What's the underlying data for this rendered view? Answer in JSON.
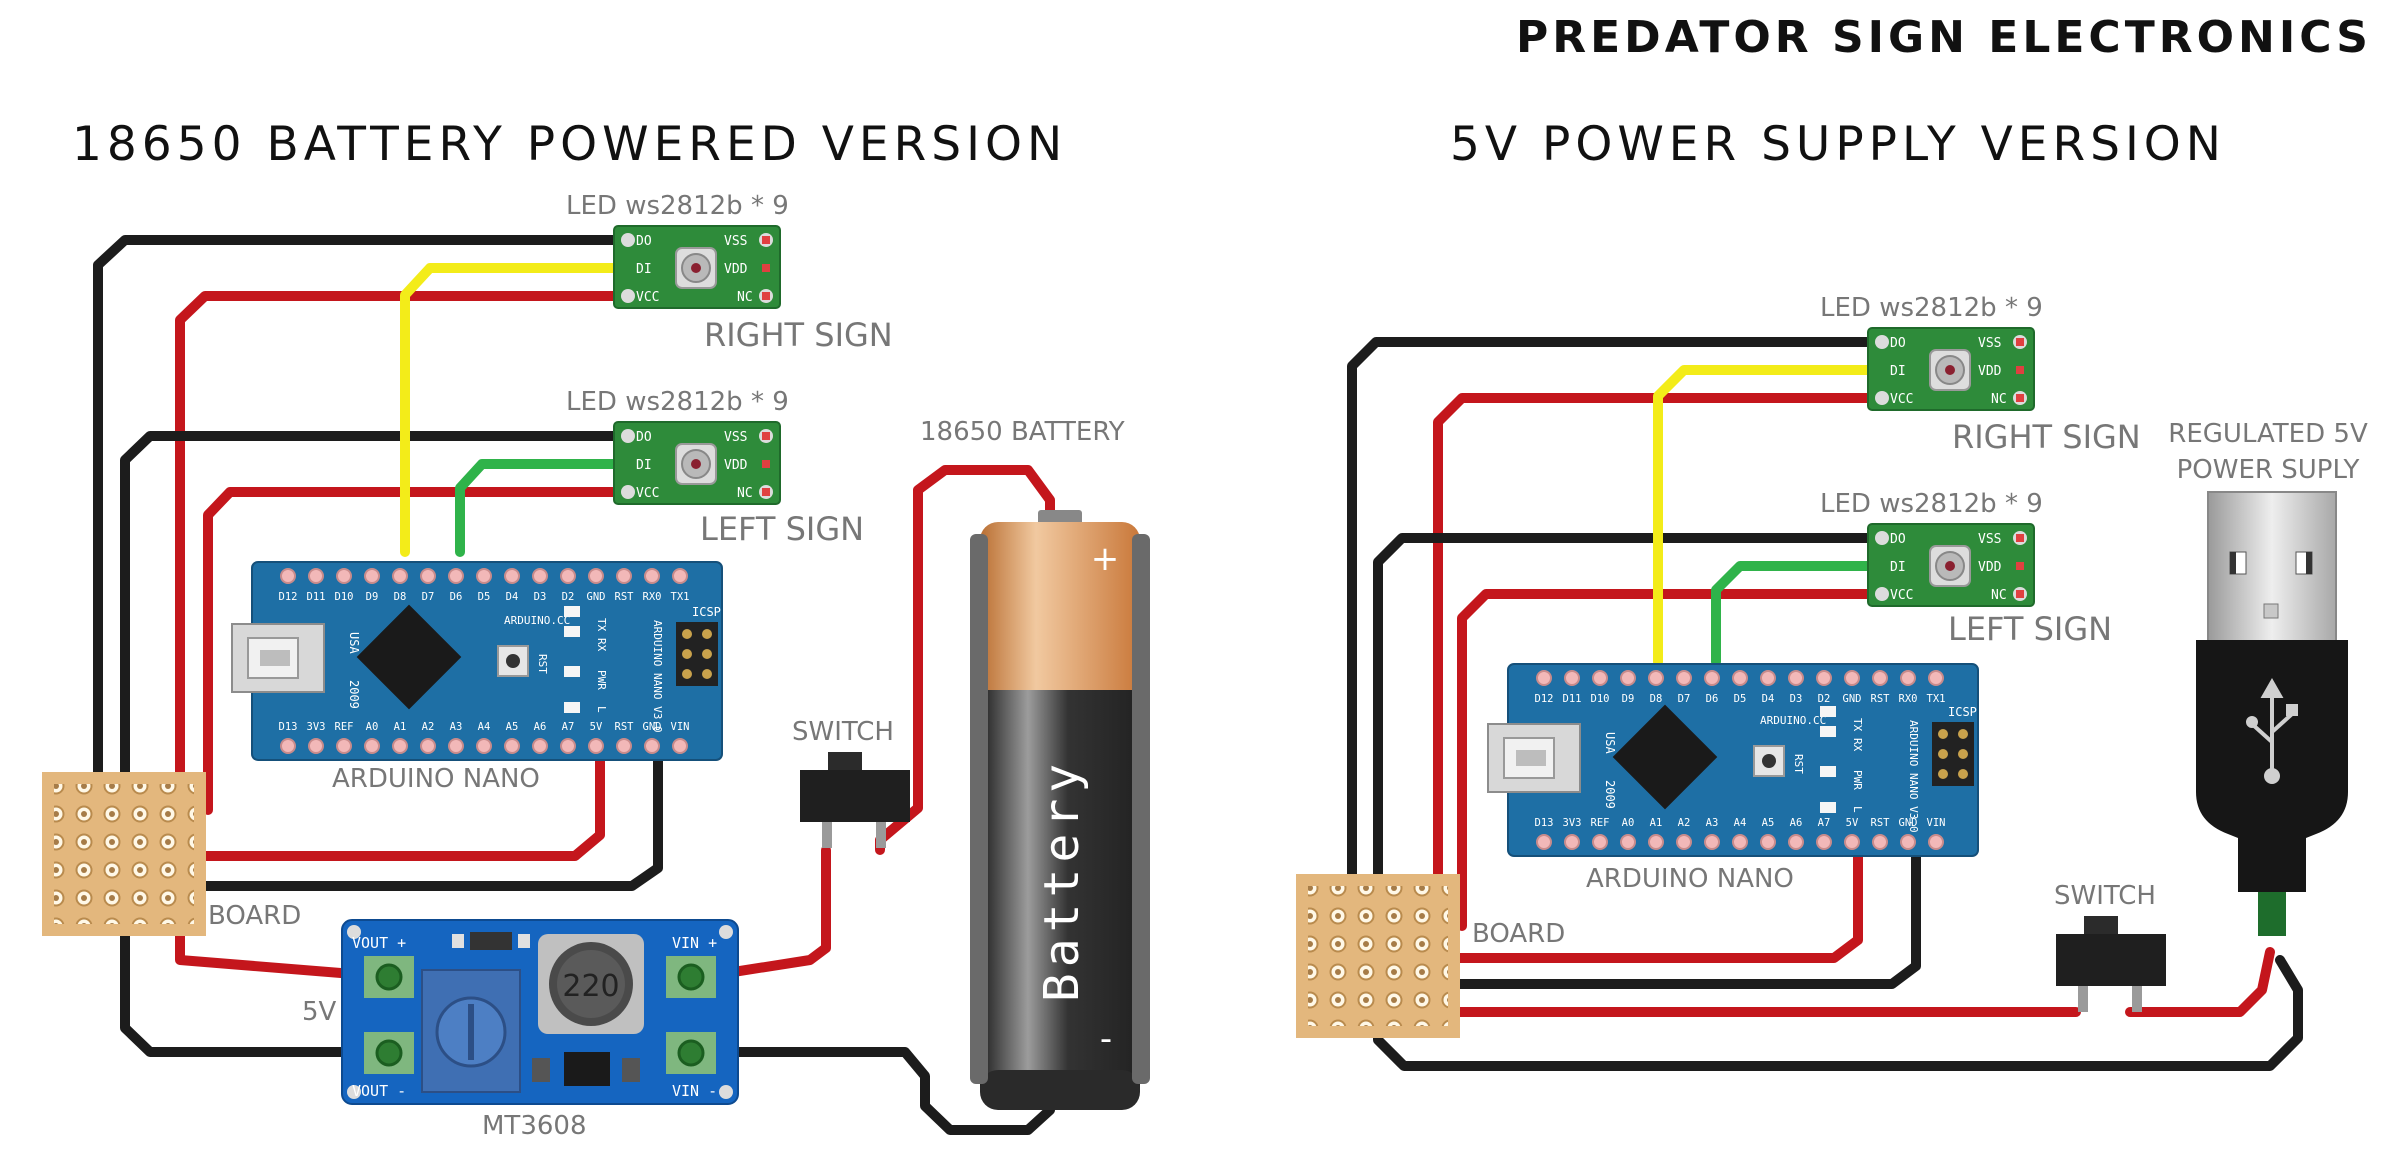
{
  "title": "PREDATOR SIGN ELECTRONICS",
  "left": {
    "heading": "18650 BATTERY POWERED VERSION",
    "led_right_label": "LED ws2812b * 9",
    "right_sign": "RIGHT SIGN",
    "led_left_label": "LED ws2812b * 9",
    "left_sign": "LEFT SIGN",
    "arduino": "ARDUINO NANO",
    "board": "BOARD",
    "battery_label": "18650 BATTERY",
    "battery_text": "Battery",
    "battery_plus": "+",
    "battery_minus": "-",
    "switch": "SWITCH",
    "converter": "MT3608",
    "vout_plus": "VOUT +",
    "vout_minus": "VOUT -",
    "vin_plus": "VIN +",
    "vin_minus": "VIN -",
    "v5": "5V",
    "inductor": "220"
  },
  "right": {
    "heading": "5V POWER SUPPLY VERSION",
    "led_right_label": "LED ws2812b * 9",
    "right_sign": "RIGHT SIGN",
    "led_left_label": "LED ws2812b * 9",
    "left_sign": "LEFT SIGN",
    "arduino": "ARDUINO NANO",
    "board": "BOARD",
    "switch": "SWITCH",
    "psu_line1": "REGULATED 5V",
    "psu_line2": "POWER SUPLY"
  },
  "led_pins": {
    "do": "DO",
    "di": "DI",
    "vcc": "VCC",
    "vss": "VSS",
    "vdd": "VDD",
    "nc": "NC"
  },
  "nano": {
    "top_pins": [
      "D12",
      "D11",
      "D10",
      "D9",
      "D8",
      "D7",
      "D6",
      "D5",
      "D4",
      "D3",
      "D2",
      "GND",
      "RST",
      "RX0",
      "TX1"
    ],
    "bottom_pins": [
      "D13",
      "3V3",
      "REF",
      "A0",
      "A1",
      "A2",
      "A3",
      "A4",
      "A5",
      "A6",
      "A7",
      "5V",
      "RST",
      "GND",
      "VIN"
    ],
    "usa": "USA",
    "year": "2009",
    "brand": "ARDUINO.CC",
    "model": "ARDUINO NANO V3.0",
    "icsp": "ICSP",
    "rst": "RST",
    "tx": "TX",
    "rx": "RX",
    "pwr": "PWR",
    "l": "L"
  },
  "colors": {
    "wire_black": "#1c1c1c",
    "wire_red": "#c4161c",
    "wire_yellow": "#f3ec19",
    "wire_green": "#2fb34a",
    "led_board": "#2e8b3a",
    "nano_board": "#1e6fa5",
    "converter_board": "#1565c0",
    "proto_board": "#e3b77d",
    "battery_top": "#d28a4a",
    "battery_body": "#2b2b2b"
  }
}
